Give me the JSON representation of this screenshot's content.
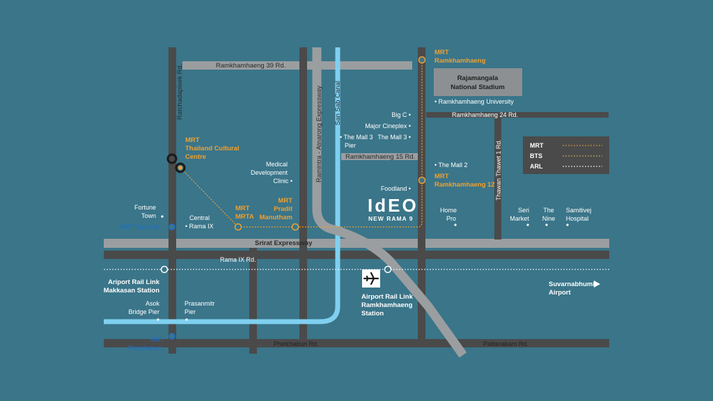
{
  "colors": {
    "background": "#3a7589",
    "road": "#4a4a4a",
    "expressway": "#9a9ea0",
    "canal": "#7fd0f0",
    "mrt": "#f0a030",
    "bts": "#c8c060",
    "arl": "#ffffff"
  },
  "roads": {
    "ramkhamhaeng39": "Ramkhamhaeng 39 Rd.",
    "ratchadapisek": "Ratchadapisek Rd.",
    "ramintra": "Ramintra - Atnarong Expressway",
    "san_sab": "San Sab Canal",
    "ramkhamhaeng24": "Ramkhamhaeng 24 Rd.",
    "ramkhamhaeng15": "Ramkhamhaeng 15 Rd.",
    "thawan": "Thawan Thawet 1 Rd.",
    "srirat": "Srirat Expressway",
    "rama9": "Rama IX Rd.",
    "phetchaburi": "Phetchaburi Rd.",
    "pattanakarn": "Pattanakarn Rd."
  },
  "stations": {
    "mrt_ramkhamhaeng": [
      "MRT",
      "Ramkhamhaeng"
    ],
    "mrt_cultural": [
      "MRT",
      "Thailand Cultural",
      "Centre"
    ],
    "mrt_mrta": [
      "MRT",
      "MRTA"
    ],
    "mrt_pradit": [
      "MRT",
      "Pradit",
      "Manutham"
    ],
    "mrt_ramkhamhaeng12": [
      "MRT",
      "Ramkhamhaeng 12"
    ],
    "mrt_rama9": "MRT Rama IX",
    "mrt_phetchaburi": [
      "MRT",
      "Phetchaburi"
    ],
    "arl_makkasan": [
      "Ariport Rail Link",
      "Makkasan Station"
    ],
    "arl_ramkhamhaeng": [
      "Airport Rail Link",
      "Ramkhamhaeng",
      "Station"
    ],
    "suvarnabhumi": [
      "Suvarnabhumi",
      "Airport"
    ]
  },
  "landmarks": {
    "stadium": [
      "Rajamangala",
      "National Stadium"
    ],
    "ram_university": "• Ramkhamhaeng University",
    "bigc": "Big C •",
    "major": "Major Cineplex •",
    "mall3": "The Mall 3 •",
    "mall3_pier": [
      "• The Mall 3",
      "Pier"
    ],
    "medical": [
      "Medical",
      "Development",
      "Clinic •"
    ],
    "mall2": "• The Mall 2",
    "foodland": "Foodland •",
    "fortune": [
      "Fortune",
      "Town"
    ],
    "central": [
      "Central",
      "• Rama IX"
    ],
    "homepro": [
      "Home",
      "Pro"
    ],
    "seri": [
      "Seri",
      "Market"
    ],
    "thenine": [
      "The",
      "Nine"
    ],
    "samitivej": [
      "Samitivej",
      "Hospital"
    ],
    "asok": [
      "Asok",
      "Bridge Pier"
    ],
    "prasanmitr": [
      "Prasanmitr",
      "Pier"
    ]
  },
  "project": {
    "logo": "IdEO",
    "subtitle": "NEW RAMA 9"
  },
  "legend": {
    "items": [
      "MRT",
      "BTS",
      "ARL"
    ]
  }
}
